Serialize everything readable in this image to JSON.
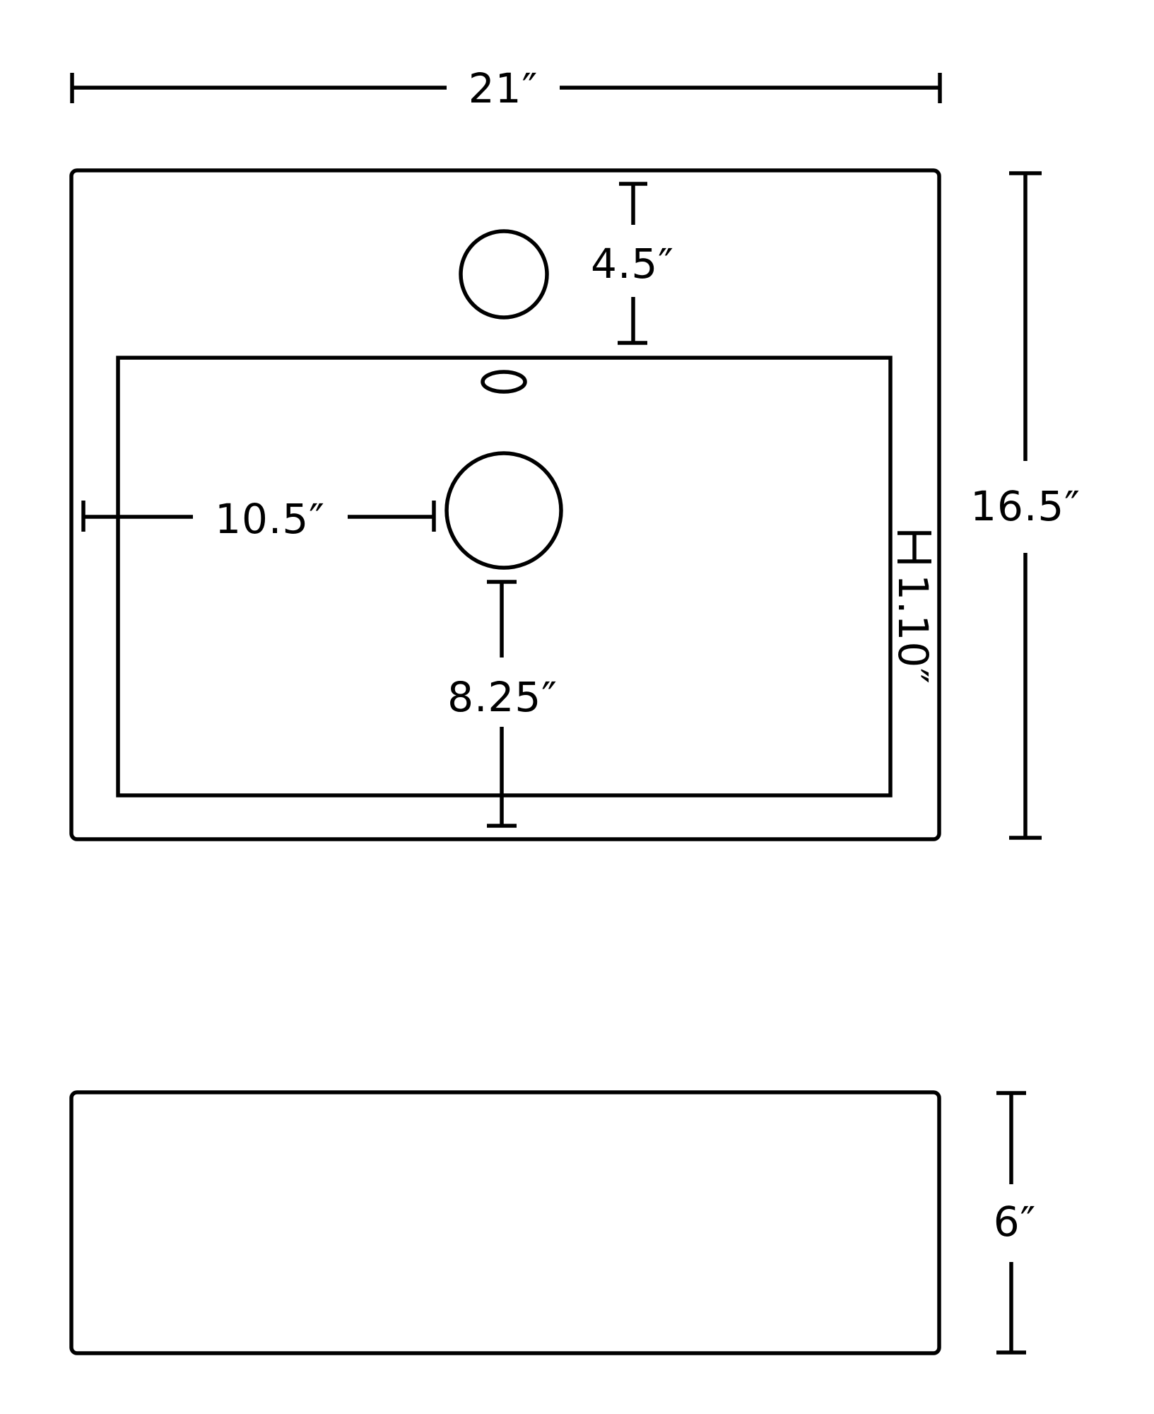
{
  "colors": {
    "stroke": "#000000",
    "background": "#ffffff"
  },
  "top_view": {
    "overall_width_label": "21″",
    "overall_depth_label": "16.5″",
    "faucet_hole_offset_label": "4.5″",
    "drain_side_offset_label": "10.5″",
    "drain_front_offset_label": "8.25″",
    "basin_margin_label": "1.10″"
  },
  "side_view": {
    "height_label": "6″"
  }
}
